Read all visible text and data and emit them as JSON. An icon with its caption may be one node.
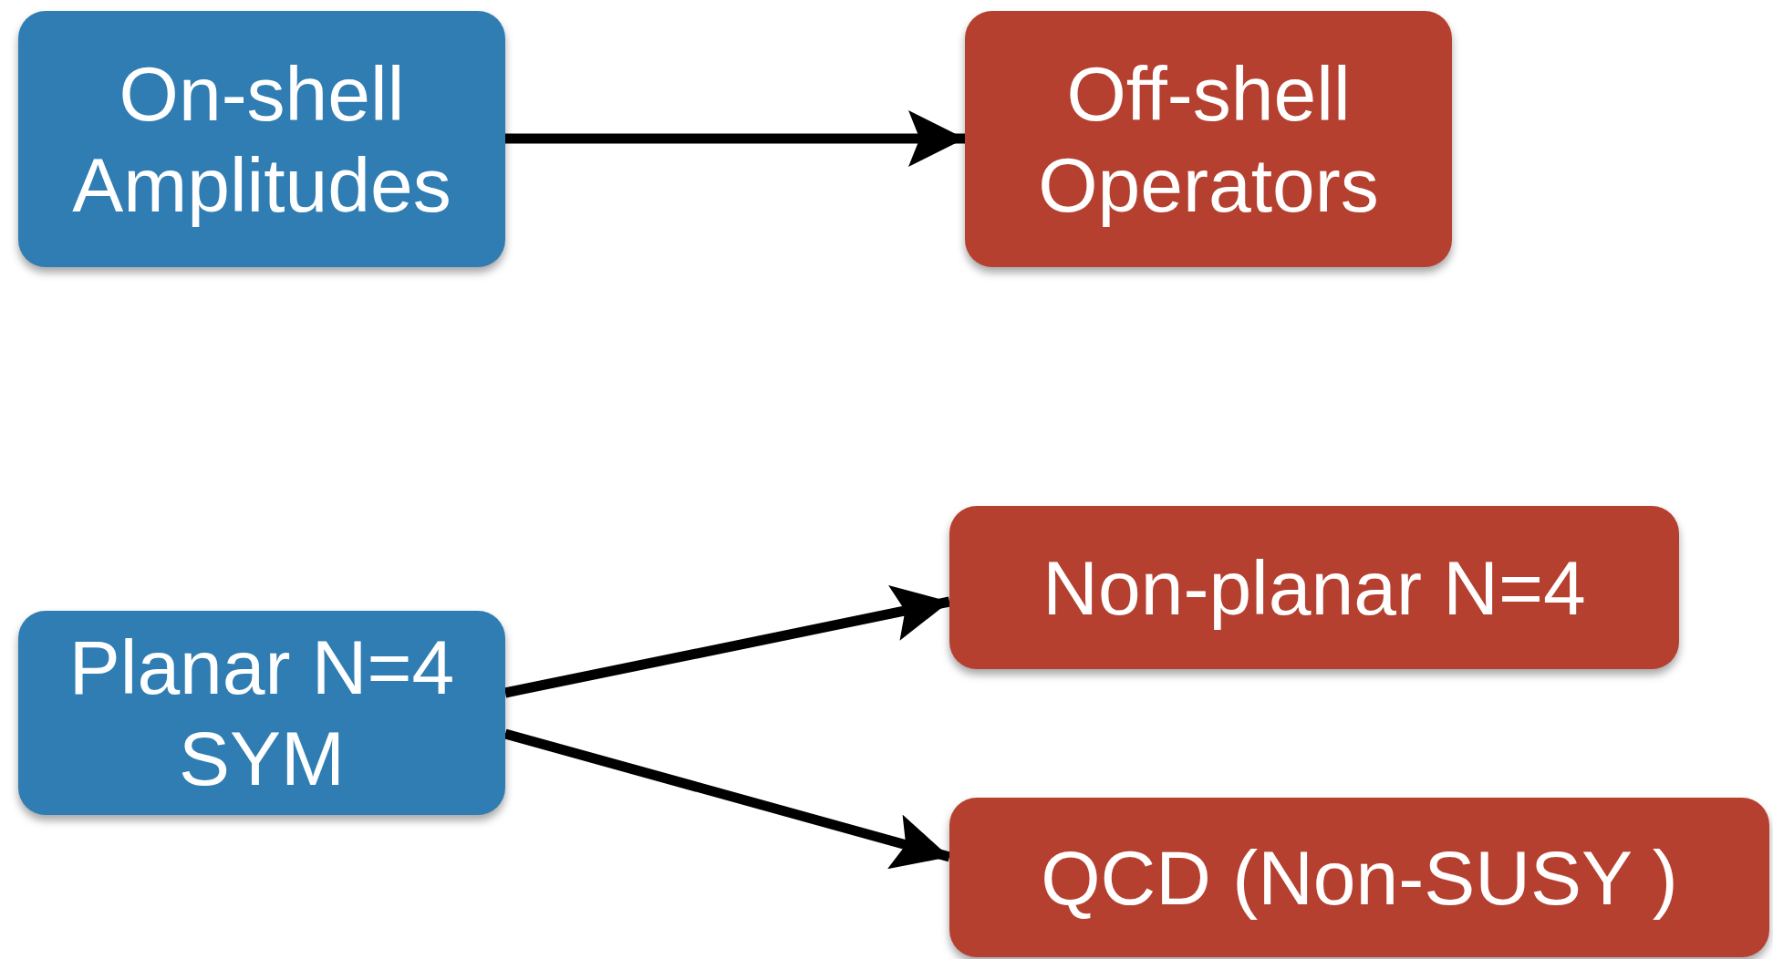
{
  "diagram": {
    "nodes": [
      {
        "text": [
          "On-shell Amplitudes"
        ]
      },
      {
        "text": [
          "Off-shell Operators"
        ]
      },
      {
        "text": [
          "Planar N=4 SYM"
        ]
      },
      {
        "text": [
          "Non-planar N=4"
        ]
      },
      {
        "text": [
          "QCD (Non-SUSY )"
        ]
      }
    ],
    "edges": [
      {
        "from": 0,
        "to": 1,
        "arrow": "to"
      },
      {
        "from": 2,
        "to": 3,
        "arrow": "to"
      },
      {
        "from": 2,
        "to": 4,
        "arrow": "to"
      }
    ]
  }
}
